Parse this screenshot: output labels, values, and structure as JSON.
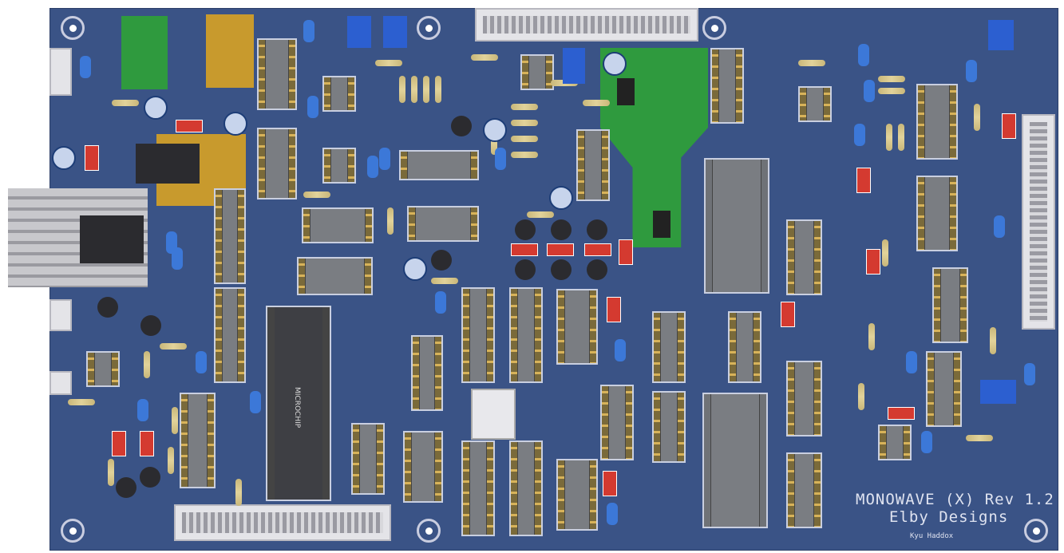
{
  "board": {
    "name": "MONOWAVE (X) Rev 1.2",
    "maker": "Elby Designs",
    "credit": "Kyu Haddox"
  },
  "chips": {
    "mcu_logo": "MICROCHIP"
  },
  "colors": {
    "pcb": "#3a5386",
    "module": "#2f9a3e",
    "ic": "#7a7d82",
    "header": "#e4e4e8",
    "capacitor": "#3c78d8",
    "trimmer": "#2c5fd0"
  }
}
